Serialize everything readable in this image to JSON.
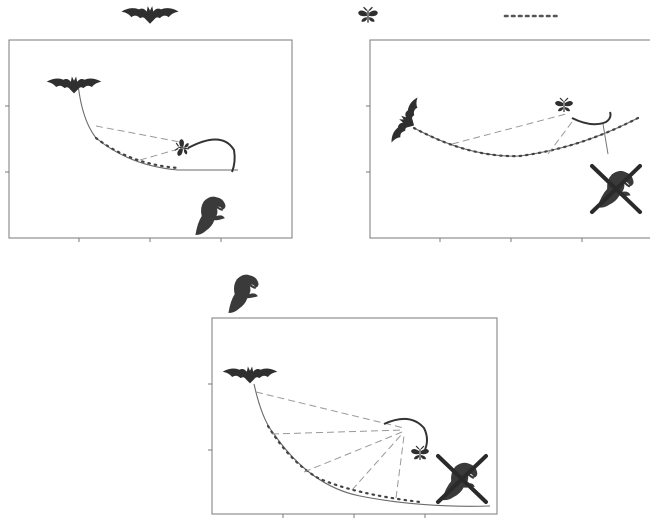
{
  "legend": [
    {
      "icon": "bat-icon",
      "symbol": "bat"
    },
    {
      "icon": "moth-icon",
      "symbol": "moth"
    },
    {
      "icon": "dotted-line-icon",
      "symbol": "dotted line"
    }
  ],
  "panels": [
    {
      "id": "top-left",
      "moth_fate": "escaped"
    },
    {
      "id": "top-right",
      "moth_fate": "caught"
    },
    {
      "id": "bottom",
      "moth_fate": "caught"
    }
  ],
  "colors": {
    "ink": "#333333",
    "frame": "#7a7a7a",
    "silhouette": "#3a3a3a",
    "dash": "#9a9a9a"
  }
}
